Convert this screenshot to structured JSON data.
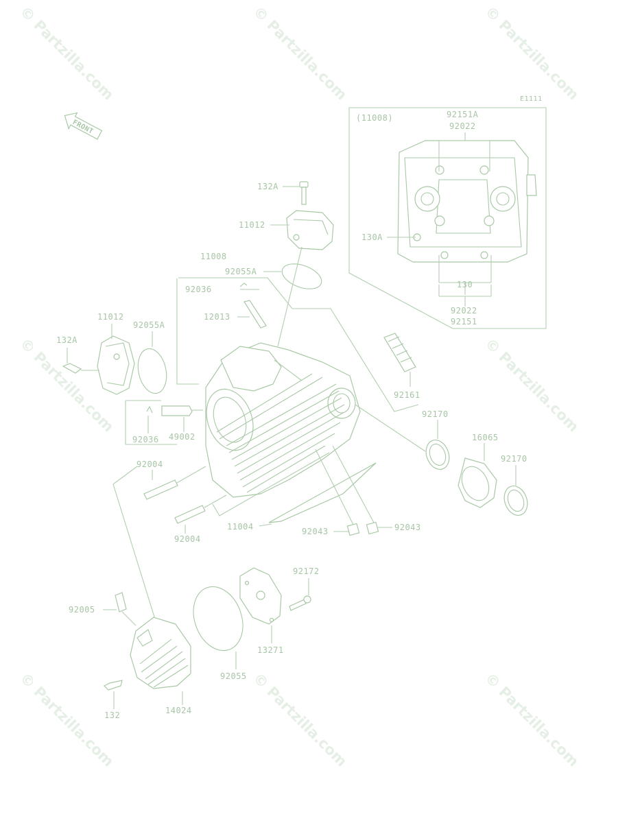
{
  "watermark": {
    "text": "© Partzilla.com"
  },
  "diagram": {
    "code": "E1111",
    "front_label": "FRONT",
    "inset_label": "(11008)"
  },
  "callouts": {
    "c_132A_top": "132A",
    "c_11012_top": "11012",
    "c_11008": "11008",
    "c_92055A_top": "92055A",
    "c_92036_top": "92036",
    "c_12013": "12013",
    "c_11012_left": "11012",
    "c_92055A_left": "92055A",
    "c_132A_left": "132A",
    "c_92036_left": "92036",
    "c_49002": "49002",
    "c_92004_a": "92004",
    "c_92004_b": "92004",
    "c_11004": "11004",
    "c_92043_a": "92043",
    "c_92043_b": "92043",
    "c_92161": "92161",
    "c_92170_a": "92170",
    "c_16065": "16065",
    "c_92170_b": "92170",
    "c_92172": "92172",
    "c_92005": "92005",
    "c_13271": "13271",
    "c_92055": "92055",
    "c_132": "132",
    "c_14024": "14024",
    "c_92151A": "92151A",
    "c_92022_top": "92022",
    "c_130A": "130A",
    "c_130": "130",
    "c_92022_bottom": "92022",
    "c_92151": "92151"
  }
}
